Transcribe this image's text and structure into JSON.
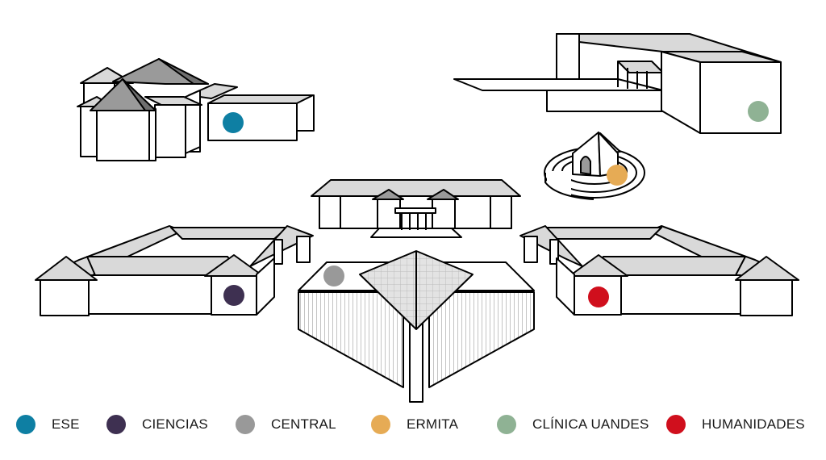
{
  "legend": [
    {
      "id": "ese",
      "label": "ESE",
      "color": "#0e7fa3"
    },
    {
      "id": "ciencias",
      "label": "CIENCIAS",
      "color": "#3e3051"
    },
    {
      "id": "central",
      "label": "CENTRAL",
      "color": "#999999"
    },
    {
      "id": "ermita",
      "label": "ERMITA",
      "color": "#e6ab55"
    },
    {
      "id": "clinica",
      "label": "CLÍNICA UANDES",
      "color": "#8fb294"
    },
    {
      "id": "humanidades",
      "label": "HUMANIDADES",
      "color": "#d00f1d"
    }
  ]
}
